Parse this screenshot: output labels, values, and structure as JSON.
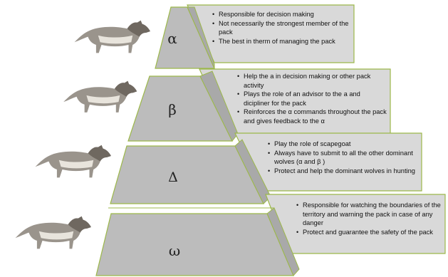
{
  "colors": {
    "box_fill": "#d9d9d9",
    "pyramid_face": "#bcbcbc",
    "pyramid_side": "#a9a9a9",
    "outline": "#9cb84a"
  },
  "wolf_icon": "wolf-walking-illustration",
  "levels": [
    {
      "symbol": "α",
      "bullets": [
        "Responsible for decision making",
        "Not necessarily the strongest member of the pack",
        "The best in therm of managing the pack"
      ]
    },
    {
      "symbol": "β",
      "bullets": [
        "Help the a in decision making or other pack activity",
        "Plays the role of an advisor to the a and dicipliner for the pack",
        "Reinforces the α commands throughout the pack and gives feedback to the α"
      ]
    },
    {
      "symbol": "Δ",
      "bullets": [
        "Play the role of scapegoat",
        "Always have to submit to all the other dominant wolves (α and β )",
        "Protect and help the dominant wolves in hunting"
      ]
    },
    {
      "symbol": "ω",
      "bullets": [
        "Responsible for watching the boundaries of the territory and warning the pack in case of any danger",
        "Protect and guarantee the safety of the pack"
      ]
    }
  ]
}
